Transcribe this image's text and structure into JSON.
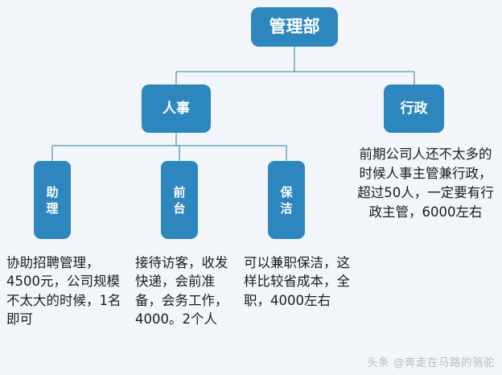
{
  "diagram": {
    "type": "org-chart",
    "background_color": "#f2f6fa",
    "node_color": "#2e86be",
    "node_text_color": "#ffffff",
    "connector_color": "#2e7d9a",
    "text_color": "#1b1b21",
    "nodes": {
      "root": {
        "label": "管理部"
      },
      "hr": {
        "label": "人事"
      },
      "admin": {
        "label": "行政"
      },
      "assistant": {
        "label": "助理"
      },
      "front_desk": {
        "label": "前台"
      },
      "cleaning": {
        "label": "保洁"
      }
    },
    "descriptions": {
      "assistant": "协助招聘管理，4500元，公司规模不太大的时候，1名即可",
      "front_desk": "接待访客，收发快递，会前准备，会务工作，4000。2个人",
      "cleaning": "可以兼职保洁，这样比较省成本，全职，4000左右",
      "admin": "前期公司人还不太多的时候人事主管兼行政，超过50人，一定要有行政主管，6000左右"
    }
  },
  "watermark": {
    "text": "头条 @奔走在马路的骆驼"
  }
}
